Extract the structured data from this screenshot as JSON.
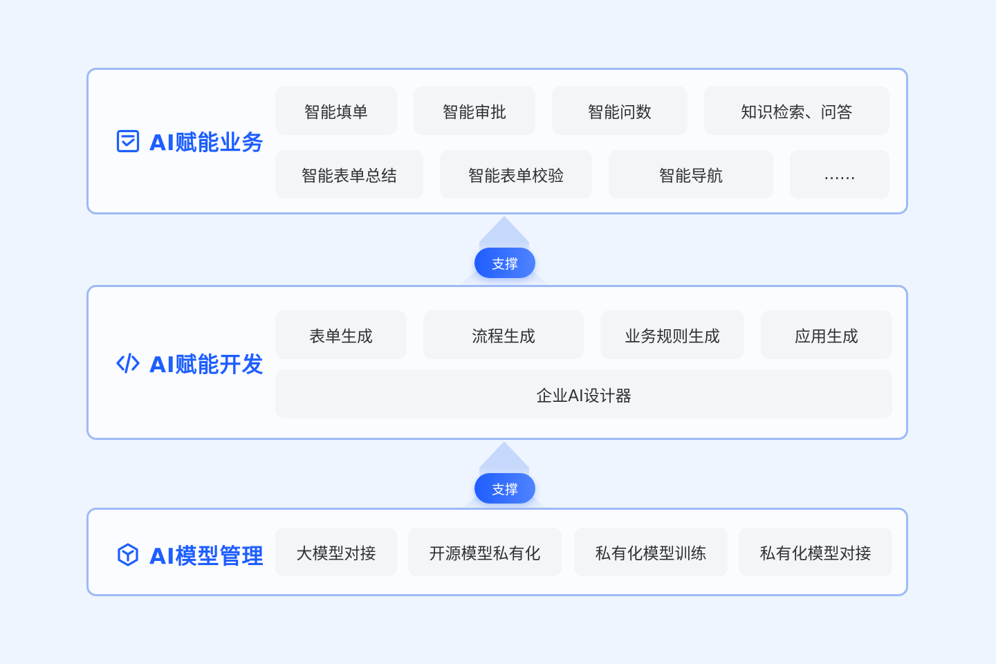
{
  "colors": {
    "background": "#eef5fe",
    "accent": "#1d5eff",
    "panel_border": "#9dbaf5",
    "chip_bg": "#f4f5f7",
    "arrow": "#c6d8fb"
  },
  "layers": [
    {
      "title": "AI赋能业务",
      "icon": "form-check-icon",
      "items": [
        "智能填单",
        "智能审批",
        "智能问数",
        "知识检索、问答",
        "智能表单总结",
        "智能表单校验",
        "智能导航",
        "……"
      ]
    },
    {
      "title": "AI赋能开发",
      "icon": "code-icon",
      "items": [
        "表单生成",
        "流程生成",
        "业务规则生成",
        "应用生成",
        "企业AI设计器"
      ]
    },
    {
      "title": "AI模型管理",
      "icon": "cube-icon",
      "items": [
        "大模型对接",
        "开源模型私有化",
        "私有化模型训练",
        "私有化模型对接"
      ]
    }
  ],
  "connectors": [
    {
      "label": "支撑"
    },
    {
      "label": "支撑"
    }
  ]
}
